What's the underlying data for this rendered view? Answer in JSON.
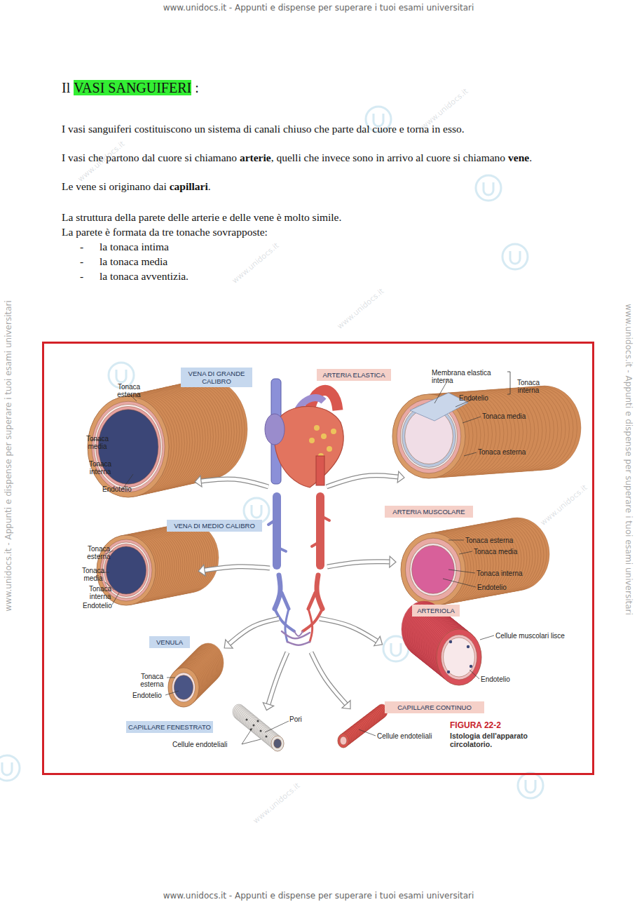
{
  "diagram": {
    "title": "VASI SANGUIFERI",
    "nodes": [
      {
        "text": [
          "FIGURA 22-2",
          "Istologia dell'apparato circolatorio."
        ]
      },
      {
        "text": [
          "VENA DI GRANDE CALIBRO"
        ],
        "in": 0
      },
      {
        "text": [
          "ARTERIA ELASTICA"
        ],
        "in": 0
      },
      {
        "text": [
          "VENA DI MEDIO CALIBRO"
        ],
        "in": 0
      },
      {
        "text": [
          "ARTERIA MUSCOLARE"
        ],
        "in": 0
      },
      {
        "text": [
          "ARTERIOLA"
        ],
        "in": 0
      },
      {
        "text": [
          "VENULA"
        ],
        "in": 0
      },
      {
        "text": [
          "CAPILLARE FENESTRATO"
        ],
        "in": 0
      },
      {
        "text": [
          "CAPILLARE CONTINUO"
        ],
        "in": 0
      }
    ],
    "labels": [
      "www.unidocs.it - Appunti e dispense per superare i tuoi esami universitari",
      "Il",
      ":",
      "I vasi sanguiferi costituiscono un sistema di canali chiuso che parte dal cuore e torna in esso.",
      "I vasi che partono dal cuore si chiamano",
      "arterie",
      ", quelli che invece sono in arrivo al cuore si chiamano",
      "vene",
      ".",
      "Le vene si originano dai",
      "capillari",
      ".",
      "La struttura della parete delle arterie e delle vene è molto simile.",
      "La parete è formata da tre tonache sovrapposte:",
      "-",
      "la tonaca intima",
      "-",
      "la tonaca media",
      "-",
      "la tonaca avventizia.",
      "Tonaca esterna",
      "Tonaca media",
      "Tonaca interna",
      "Endotelio",
      "Membrana elastica interna",
      "Tonaca interna",
      "Endotelio",
      "Tonaca media",
      "Tonaca esterna",
      "Tonaca esterna",
      "Tonaca media",
      "Tonaca interna",
      "Endotelio",
      "Tonaca esterna",
      "Tonaca media",
      "Tonaca interna",
      "Endotelio",
      "Cellule muscolari lisce",
      "Endotelio",
      "Tonaca esterna",
      "Endotelio",
      "Pori",
      "Cellule endoteliali",
      "Cellule endoteliali",
      "www.unidocs.it - Appunti e dispense per superare i tuoi esami universitari",
      "www.unidocs.it - Appunti e dispense per superare i tuoi esami universitari",
      "www.unidocs.it - Appunti e dispense per superare i tuoi esami universitari",
      "www.unidocs.it",
      "www.unidocs.it",
      "www.unidocs.it",
      "www.unidocs.it",
      "www.unidocs.it",
      "www.unidocs.it"
    ]
  }
}
